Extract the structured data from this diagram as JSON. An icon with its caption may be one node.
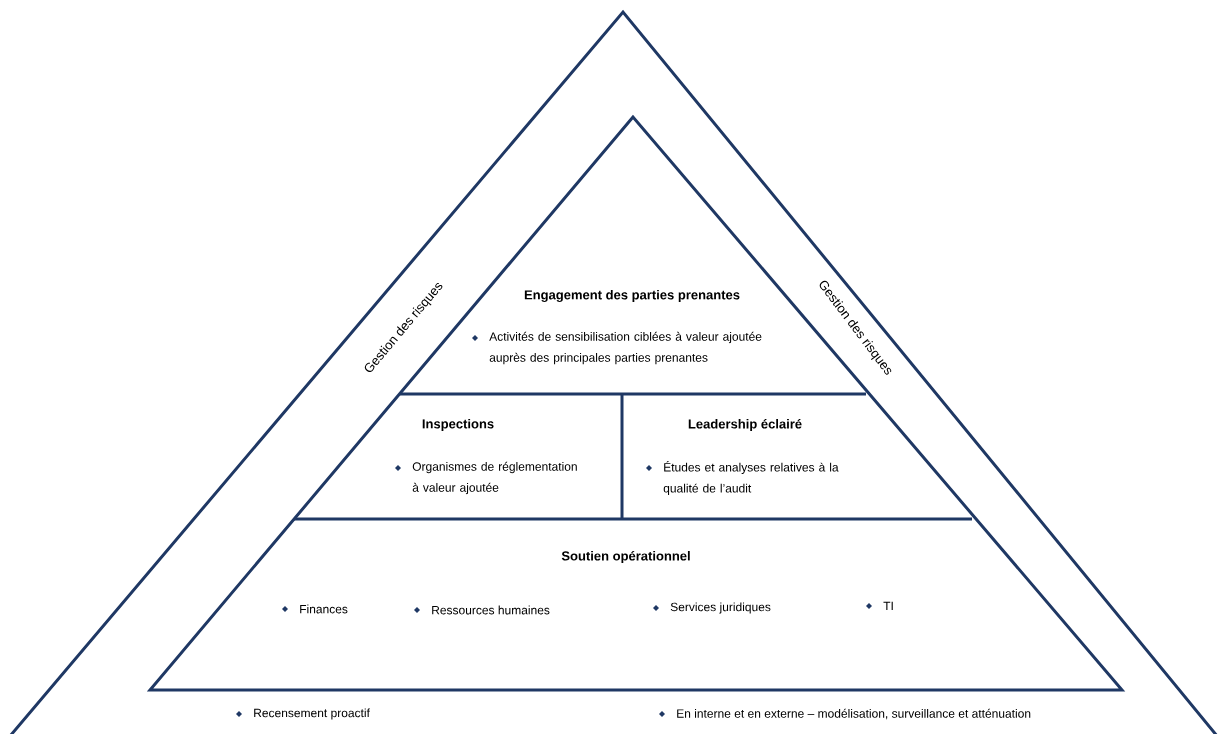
{
  "diagram": {
    "nodes": [
      {
        "text": [
          "Gestion des risques",
          "Gestion des risques",
          "Recensement proactif",
          "En interne et en externe – modélisation, surveillance et atténuation"
        ]
      },
      {
        "text": [],
        "shape": "triangle",
        "in": 0
      },
      {
        "text": [
          "Engagement des parties prenantes",
          "Activités de sensibilisation ciblées à valeur ajoutée auprès des principales parties prenantes"
        ],
        "in": 1
      },
      {
        "text": [
          "Inspections",
          "Organismes de réglementation à valeur ajoutée"
        ],
        "in": 1
      },
      {
        "text": [
          "Leadership éclairé",
          "Études et analyses relatives à la qualité de l’audit"
        ],
        "in": 1
      },
      {
        "text": [
          "Soutien opérationnel",
          "Finances",
          "Ressources humaines",
          "Services juridiques",
          "TI"
        ],
        "in": 1
      }
    ]
  }
}
